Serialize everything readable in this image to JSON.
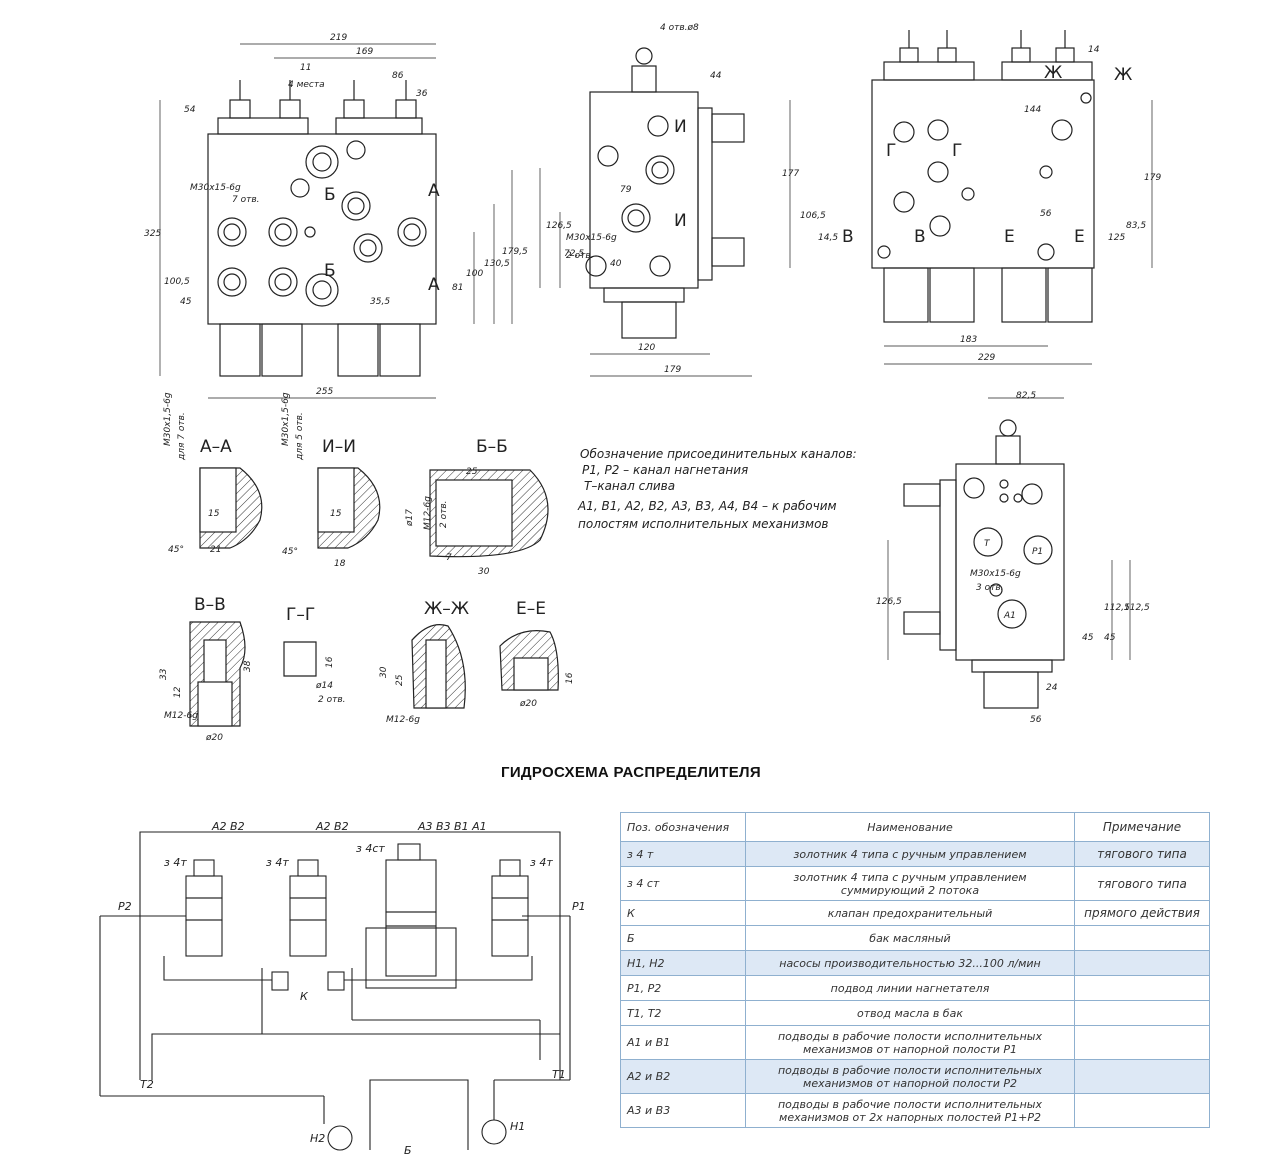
{
  "views": {
    "front": {
      "dims": [
        "219",
        "169",
        "11",
        "4 места",
        "86",
        "36",
        "54",
        "325",
        "M30x15-6g",
        "7 отв.",
        "100,5",
        "45",
        "35,5",
        "81",
        "100",
        "130,5",
        "179,5",
        "255"
      ],
      "section_marks": [
        "А",
        "А",
        "Б",
        "Б"
      ]
    },
    "side": {
      "dims": [
        "4 отв.ø8",
        "44",
        "79",
        "126,5",
        "72,5",
        "M30x15-6g",
        "2 отв.",
        "40",
        "120",
        "179"
      ],
      "section_marks": [
        "И",
        "И"
      ]
    },
    "top": {
      "dims": [
        "14",
        "144",
        "177",
        "106,5",
        "14,5",
        "56",
        "125",
        "83,5",
        "179",
        "183",
        "229"
      ],
      "section_marks": [
        "Ж",
        "Ж",
        "Г",
        "Г",
        "В",
        "В",
        "Е",
        "Е"
      ]
    },
    "right": {
      "dims": [
        "82,5",
        "126,5",
        "M30x15-6g",
        "3 отв.",
        "112,5",
        "112,5",
        "45",
        "45",
        "24",
        "56"
      ],
      "port_labels": [
        "T",
        "P1",
        "A1"
      ]
    }
  },
  "sections": [
    {
      "title": "А–А",
      "dims": [
        "M30x1,5-6g",
        "для 7 отв.",
        "15",
        "45°",
        "21"
      ]
    },
    {
      "title": "И–И",
      "dims": [
        "M30x1,5-6g",
        "для 5 отв.",
        "15",
        "45°",
        "18"
      ]
    },
    {
      "title": "Б–Б",
      "dims": [
        "25",
        "ø17",
        "M12-6g",
        "2 отв.",
        "7",
        "30"
      ]
    },
    {
      "title": "В–В",
      "dims": [
        "33",
        "12",
        "38",
        "M12-6g",
        "ø20"
      ]
    },
    {
      "title": "Г–Г",
      "dims": [
        "16",
        "ø14",
        "2 отв."
      ]
    },
    {
      "title": "Ж–Ж",
      "dims": [
        "30",
        "25",
        "M12-6g"
      ]
    },
    {
      "title": "Е–Е",
      "dims": [
        "16",
        "ø20"
      ]
    }
  ],
  "notes": {
    "lines": [
      "Обозначение присоединительных каналов:",
      "Р1, Р2 – канал нагнетания",
      "Т–канал слива",
      "А1, В1, А2, В2, А3, В3, А4, В4 – к рабочим",
      "полостям исполнительных механизмов"
    ]
  },
  "scheme": {
    "title": "ГИДРОСХЕМА РАСПРЕДЕЛИТЕЛЯ",
    "labels": {
      "spool1_ports": "А2  В2",
      "spool2_ports": "А2  В2",
      "spool3_ports": "А3 В3 В1  А1",
      "s1": "з 4т",
      "s2": "з 4т",
      "s3": "з 4ст",
      "s4": "з 4т",
      "p2": "Р2",
      "p1": "Р1",
      "k": "К",
      "t2": "Т2",
      "t1": "Т1",
      "h2": "Н2",
      "h1": "Н1",
      "tank": "Б"
    }
  },
  "legend": {
    "headers": [
      "Поз. обозначения",
      "Наименование",
      "Примечание"
    ],
    "rows": [
      {
        "pos": "з 4 т",
        "name": "золотник 4 типа с ручным управлением",
        "note": "тягового типа",
        "shade": true
      },
      {
        "pos": "з 4 ст",
        "name": "золотник 4 типа с ручным управлением суммирующий 2 потока",
        "note": "тягового типа",
        "shade": false
      },
      {
        "pos": "К",
        "name": "клапан предохранительный",
        "note": "прямого действия",
        "shade": false
      },
      {
        "pos": "Б",
        "name": "бак масляный",
        "note": "",
        "shade": false
      },
      {
        "pos": "Н1, Н2",
        "name": "насосы производительностью 32...100 л/мин",
        "note": "",
        "shade": true
      },
      {
        "pos": "Р1, Р2",
        "name": "подвод линии нагнетателя",
        "note": "",
        "shade": false
      },
      {
        "pos": "Т1, Т2",
        "name": "отвод масла в бак",
        "note": "",
        "shade": false
      },
      {
        "pos": "А1 и В1",
        "name": "подводы в рабочие полости исполнительных механизмов от напорной полости Р1",
        "note": "",
        "shade": false
      },
      {
        "pos": "А2 и В2",
        "name": "подводы в рабочие полости исполнительных механизмов от напорной полости Р2",
        "note": "",
        "shade": true
      },
      {
        "pos": "А3 и В3",
        "name": "подводы в рабочие полости исполнительных механизмов от 2х напорных полостей Р1+Р2",
        "note": "",
        "shade": false
      }
    ]
  }
}
